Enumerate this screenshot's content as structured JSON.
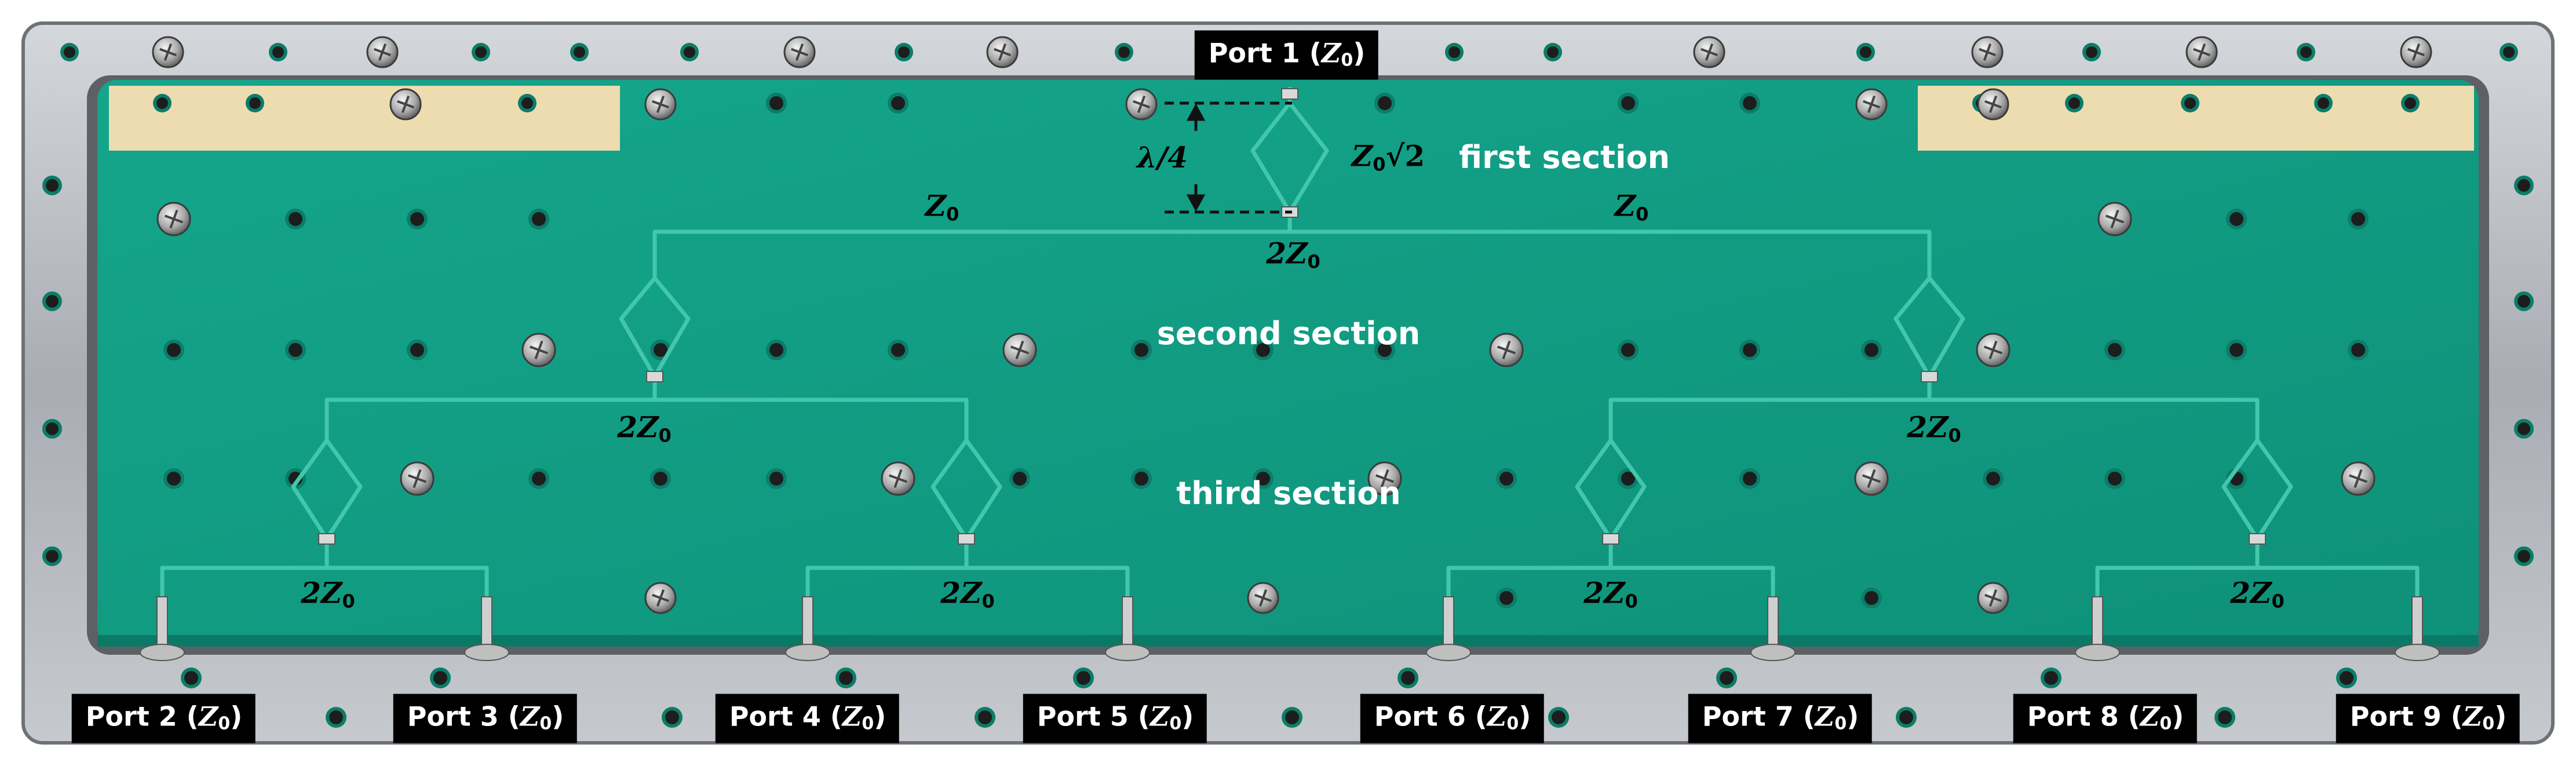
{
  "ports": [
    {
      "id": "port-1",
      "label": "Port 1",
      "z": "Z",
      "sub": "0"
    },
    {
      "id": "port-2",
      "label": "Port 2",
      "z": "Z",
      "sub": "0"
    },
    {
      "id": "port-3",
      "label": "Port 3",
      "z": "Z",
      "sub": "0"
    },
    {
      "id": "port-4",
      "label": "Port 4",
      "z": "Z",
      "sub": "0"
    },
    {
      "id": "port-5",
      "label": "Port 5",
      "z": "Z",
      "sub": "0"
    },
    {
      "id": "port-6",
      "label": "Port 6",
      "z": "Z",
      "sub": "0"
    },
    {
      "id": "port-7",
      "label": "Port 7",
      "z": "Z",
      "sub": "0"
    },
    {
      "id": "port-8",
      "label": "Port 8",
      "z": "Z",
      "sub": "0"
    },
    {
      "id": "port-9",
      "label": "Port 9",
      "z": "Z",
      "sub": "0"
    }
  ],
  "sections": {
    "first": "first section",
    "second": "second section",
    "third": "third section"
  },
  "annotations": {
    "quarter_wave": "λ/4",
    "z0": "Z",
    "z0_sub": "0",
    "two_z0": "2Z",
    "two_z0_sub": "0",
    "z0_sqrt2": "Z",
    "z0_sqrt2_sub": "0",
    "sqrt2": "√2"
  },
  "colors": {
    "pcb": "#12a187",
    "pcb_dark": "#0d8a73",
    "trace": "#3ec2a8",
    "copper_pad": "#ecdcb0",
    "metal_frame": "#b9bcc1",
    "port_label_bg": "#000000"
  }
}
